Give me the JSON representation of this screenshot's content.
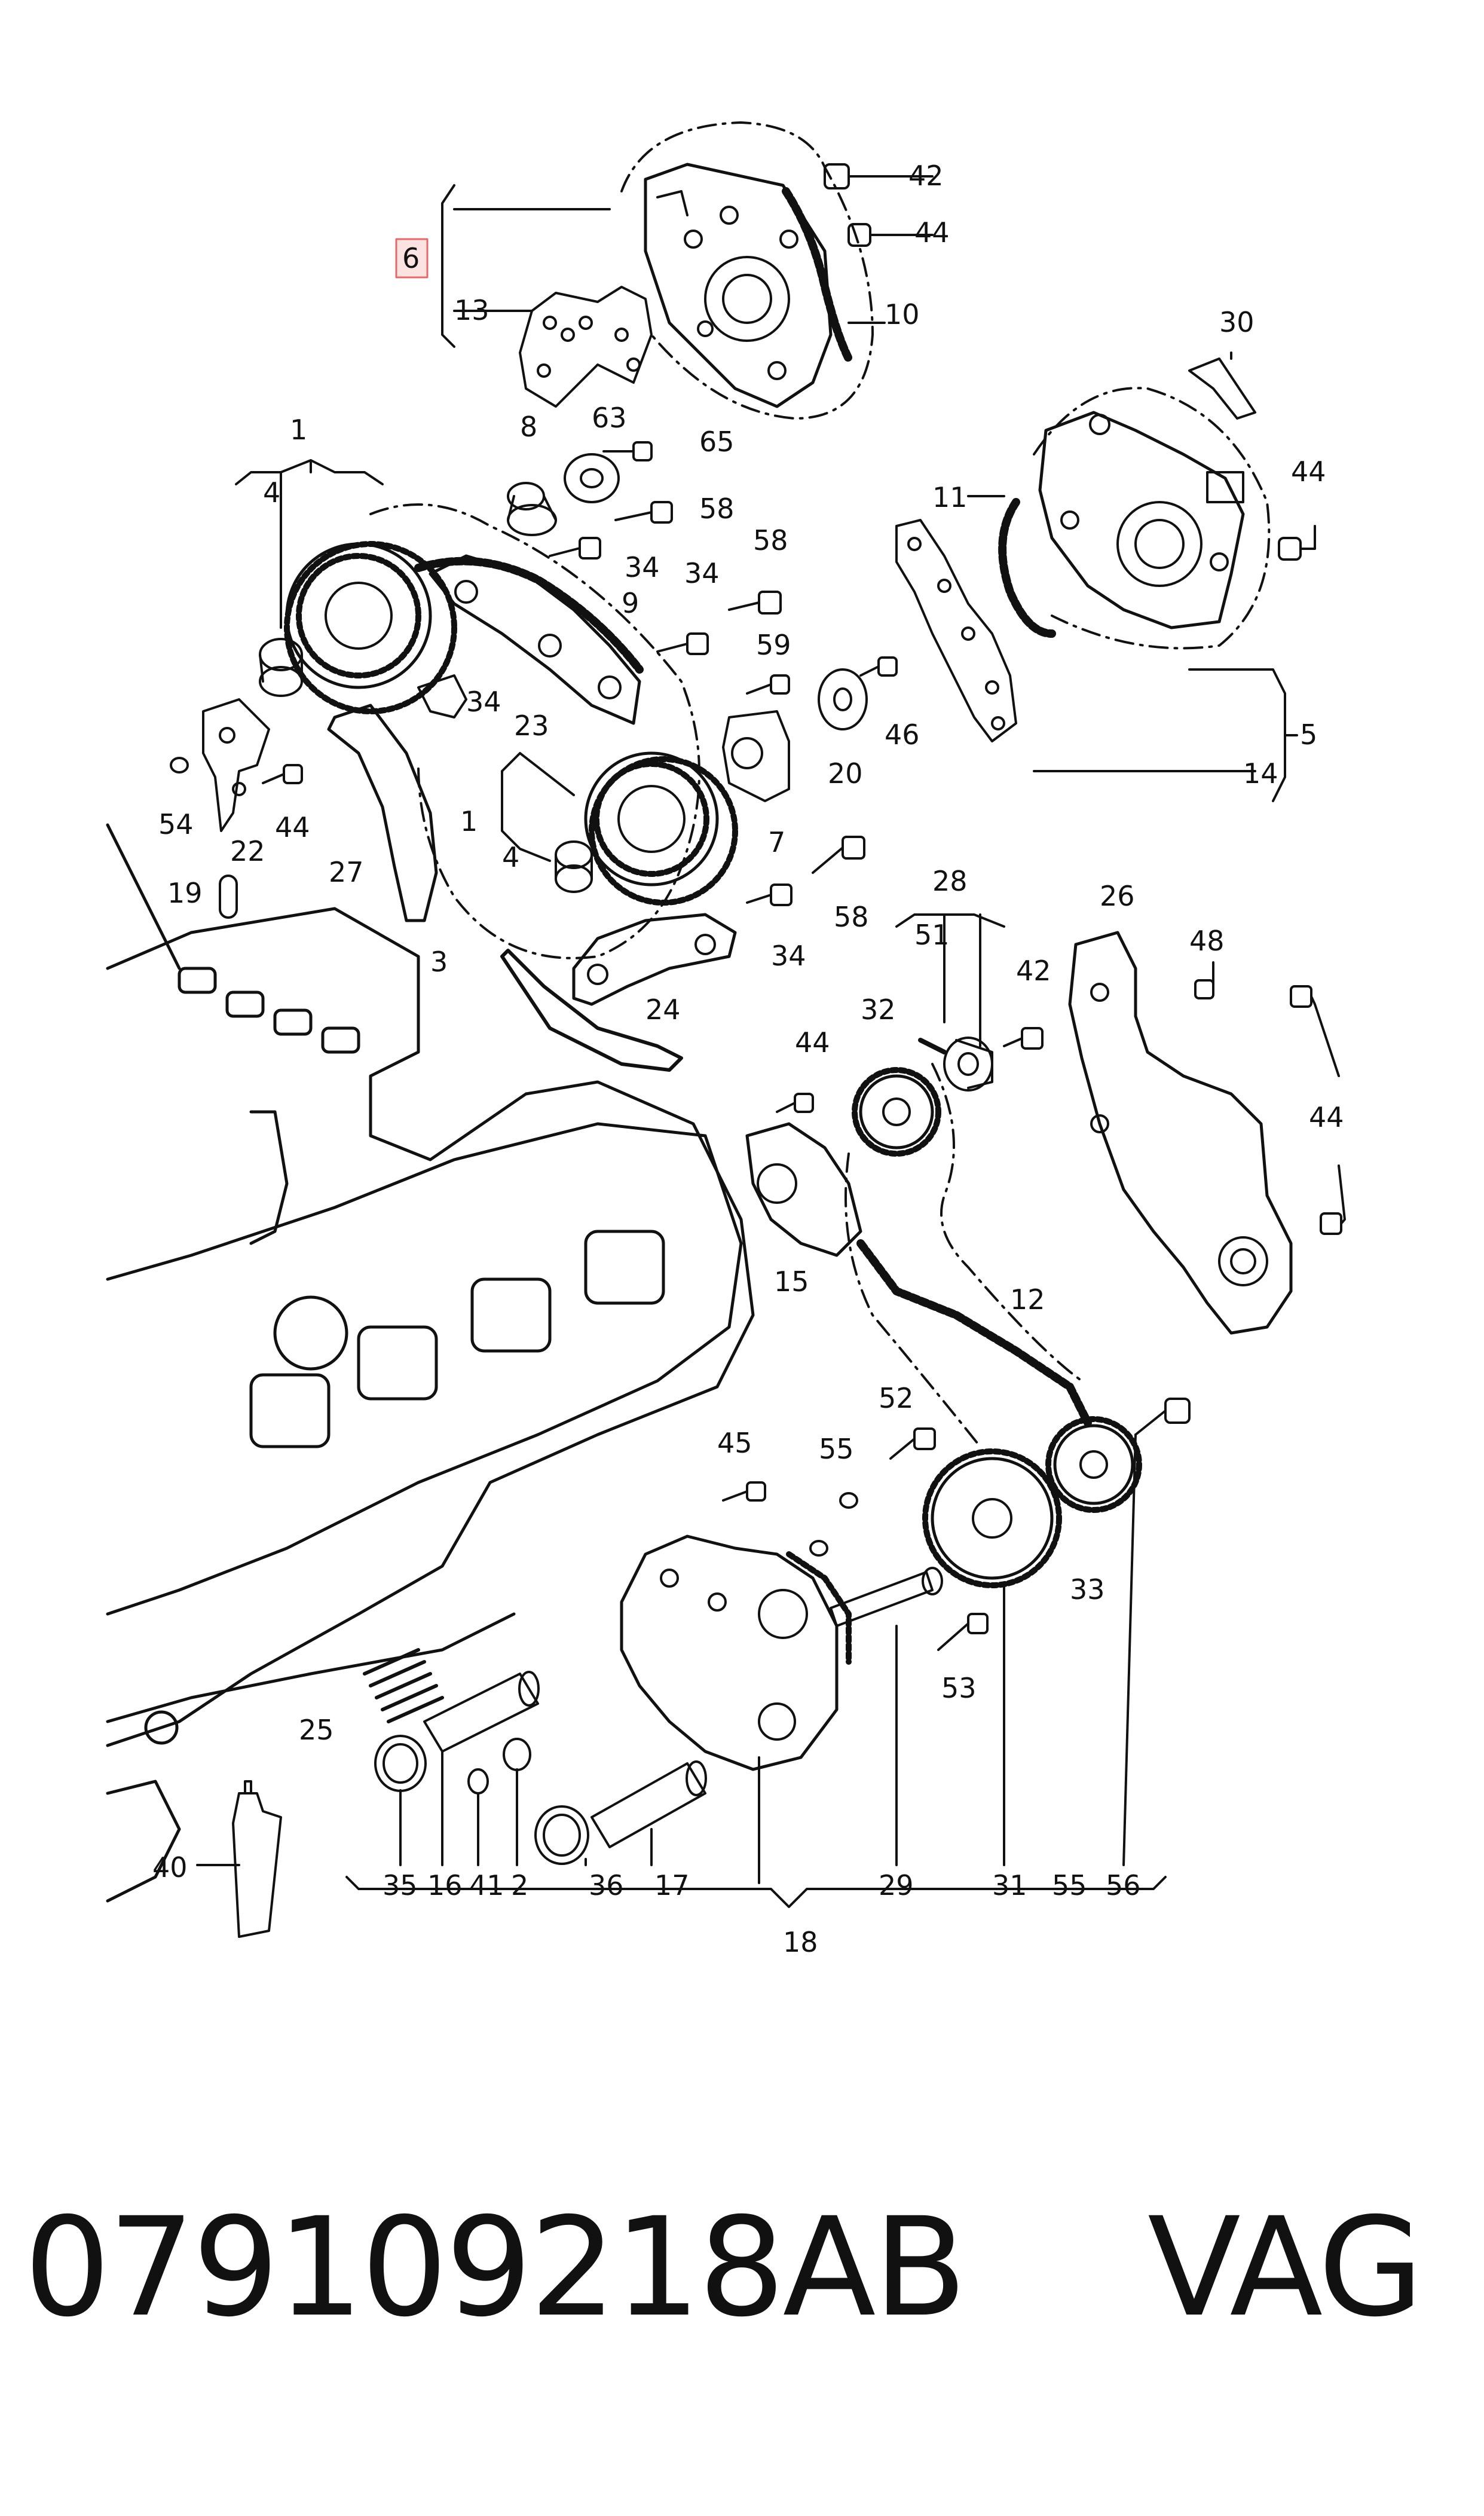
{
  "footer": {
    "part_number": "079109218AB",
    "brand": "VAG"
  },
  "highlight": {
    "label": "6",
    "color": "#e36a6a"
  },
  "labels": [
    {
      "id": "42a",
      "text": "42"
    },
    {
      "id": "44a",
      "text": "44"
    },
    {
      "id": "6",
      "text": "6"
    },
    {
      "id": "13",
      "text": "13"
    },
    {
      "id": "10",
      "text": "10"
    },
    {
      "id": "30",
      "text": "30"
    },
    {
      "id": "1a",
      "text": "1"
    },
    {
      "id": "8",
      "text": "8"
    },
    {
      "id": "63",
      "text": "63"
    },
    {
      "id": "65",
      "text": "65"
    },
    {
      "id": "4a",
      "text": "4"
    },
    {
      "id": "58a",
      "text": "58"
    },
    {
      "id": "11",
      "text": "11"
    },
    {
      "id": "44b",
      "text": "44"
    },
    {
      "id": "34a",
      "text": "34"
    },
    {
      "id": "58b",
      "text": "58"
    },
    {
      "id": "9",
      "text": "9"
    },
    {
      "id": "34b",
      "text": "34"
    },
    {
      "id": "59",
      "text": "59"
    },
    {
      "id": "34c",
      "text": "34"
    },
    {
      "id": "23",
      "text": "23"
    },
    {
      "id": "46",
      "text": "46"
    },
    {
      "id": "20",
      "text": "20"
    },
    {
      "id": "5",
      "text": "5"
    },
    {
      "id": "14",
      "text": "14"
    },
    {
      "id": "54",
      "text": "54"
    },
    {
      "id": "22",
      "text": "22"
    },
    {
      "id": "44c",
      "text": "44"
    },
    {
      "id": "1b",
      "text": "1"
    },
    {
      "id": "7",
      "text": "7"
    },
    {
      "id": "4b",
      "text": "4"
    },
    {
      "id": "19",
      "text": "19"
    },
    {
      "id": "27",
      "text": "27"
    },
    {
      "id": "28",
      "text": "28"
    },
    {
      "id": "26",
      "text": "26"
    },
    {
      "id": "58c",
      "text": "58"
    },
    {
      "id": "51",
      "text": "51"
    },
    {
      "id": "48",
      "text": "48"
    },
    {
      "id": "3",
      "text": "3"
    },
    {
      "id": "34d",
      "text": "34"
    },
    {
      "id": "42b",
      "text": "42"
    },
    {
      "id": "24",
      "text": "24"
    },
    {
      "id": "32",
      "text": "32"
    },
    {
      "id": "44d",
      "text": "44"
    },
    {
      "id": "44e",
      "text": "44"
    },
    {
      "id": "15",
      "text": "15"
    },
    {
      "id": "12",
      "text": "12"
    },
    {
      "id": "52",
      "text": "52"
    },
    {
      "id": "45",
      "text": "45"
    },
    {
      "id": "55a",
      "text": "55"
    },
    {
      "id": "33",
      "text": "33"
    },
    {
      "id": "53",
      "text": "53"
    },
    {
      "id": "25",
      "text": "25"
    },
    {
      "id": "40",
      "text": "40"
    },
    {
      "id": "35",
      "text": "35"
    },
    {
      "id": "16",
      "text": "16"
    },
    {
      "id": "41",
      "text": "41"
    },
    {
      "id": "2",
      "text": "2"
    },
    {
      "id": "36",
      "text": "36"
    },
    {
      "id": "17",
      "text": "17"
    },
    {
      "id": "29",
      "text": "29"
    },
    {
      "id": "31",
      "text": "31"
    },
    {
      "id": "55b",
      "text": "55"
    },
    {
      "id": "56",
      "text": "56"
    },
    {
      "id": "18",
      "text": "18"
    }
  ]
}
